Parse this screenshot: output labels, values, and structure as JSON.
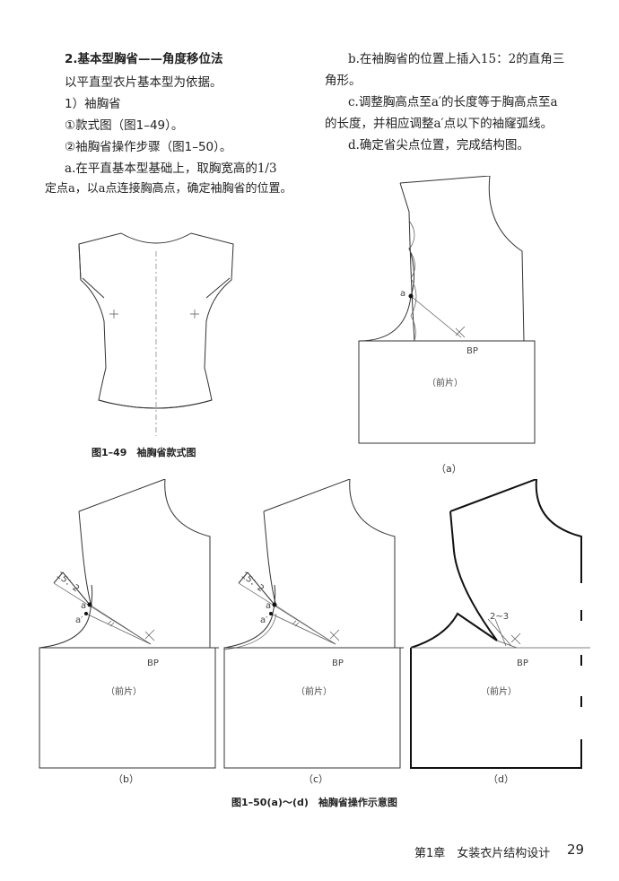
{
  "left_text": {
    "heading": "2.基本型胸省——角度移位法",
    "line1": "以平直型衣片基本型为依据。",
    "line2": "1）袖胸省",
    "line3": "①款式图（图1–49）。",
    "line4": "②袖胸省操作步骤（图1–50）。",
    "line5": "a.在平直基本型基础上，取胸宽高的1/3",
    "line6": "定点a，以a点连接胸高点，确定袖胸省的位置。"
  },
  "right_text": {
    "line1": "b.在袖胸省的位置上插入15：2的直角三",
    "line2": "角形。",
    "line3": "c.调整胸高点至a′的长度等于胸高点至a",
    "line4": "的长度，并相应调整a′点以下的袖窿弧线。",
    "line5": "d.确定省尖点位置，完成结构图。"
  },
  "figure_49": {
    "caption": "图1–49　袖胸省款式图"
  },
  "figure_50a": {
    "point_a": "a",
    "bp": "BP",
    "front": "（前片）",
    "sub": "（a）"
  },
  "figure_50b": {
    "point_a": "a",
    "point_a2": "a′",
    "ratio": "15：2",
    "bp": "BP",
    "front": "（前片）",
    "sub": "（b）"
  },
  "figure_50c": {
    "point_a": "a",
    "point_a2": "a′",
    "ratio": "15：2",
    "bp": "BP",
    "front": "（前片）",
    "sub": "（c）"
  },
  "figure_50d": {
    "dart": "2~3",
    "bp": "BP",
    "front": "（前片）",
    "sub": "（d）"
  },
  "figure_50": {
    "caption": "图1–50(a)～(d)　袖胸省操作示意图"
  },
  "footer": {
    "chapter": "第1章　女装衣片结构设计",
    "page": "29"
  }
}
